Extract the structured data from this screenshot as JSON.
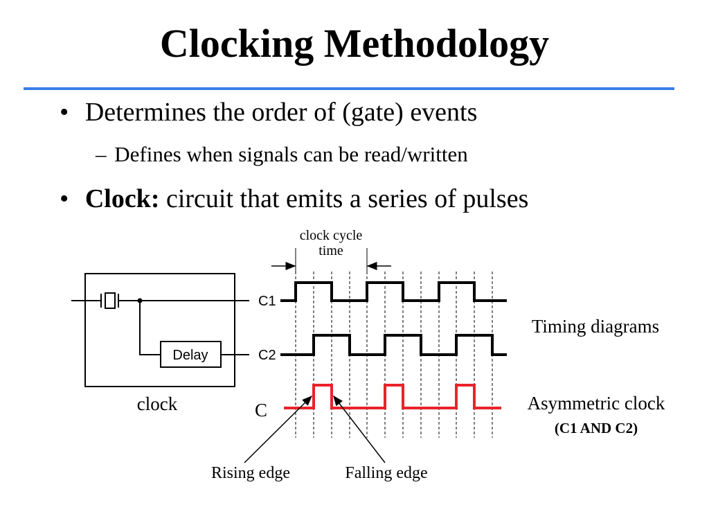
{
  "slide": {
    "title": "Clocking Methodology",
    "bullets": [
      {
        "text": "Determines the order of (gate) events"
      },
      {
        "text": "Defines when signals can be read/written"
      },
      {
        "bold": "Clock:",
        "text": " circuit that emits a series of pulses"
      }
    ],
    "bullet_marker": "•",
    "sub_marker": "–"
  },
  "diagram": {
    "circuit": {
      "delay_label": "Delay",
      "caption": "clock"
    },
    "signals": {
      "c1_label": "C1",
      "c2_label": "C2",
      "c_label": "C"
    },
    "annotations": {
      "cycle_line1": "clock cycle",
      "cycle_line2": "time",
      "timing": "Timing diagrams",
      "asym": "Asymmetric clock",
      "asym_sub": "(C1 AND C2)",
      "rising": "Rising edge",
      "falling": "Falling edge"
    }
  },
  "colors": {
    "rule": "#3a7ee8",
    "signal": "#000000",
    "asymmetric": "#e8242a"
  }
}
